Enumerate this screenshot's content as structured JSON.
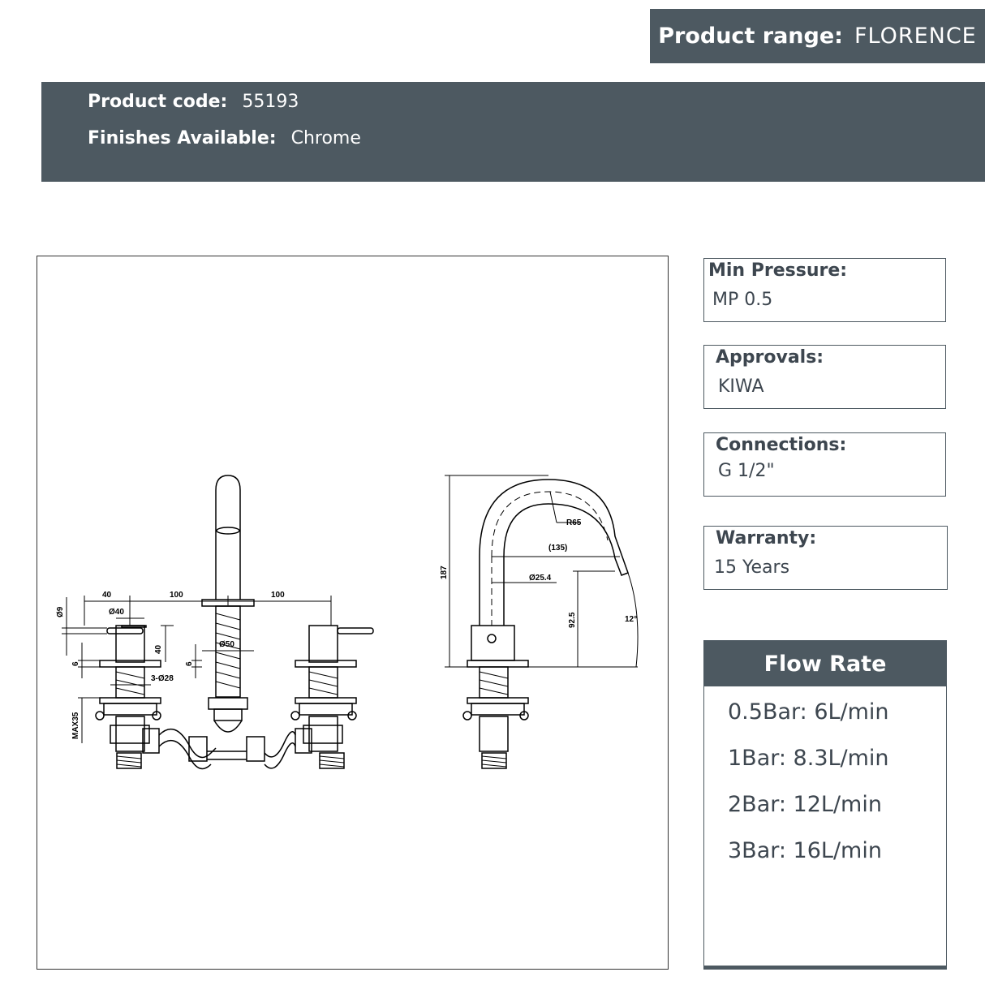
{
  "header": {
    "product_range_label": "Product range:",
    "product_range_value": "FLORENCE",
    "product_code_label": "Product code:",
    "product_code_value": "55193",
    "finishes_label": "Finishes Available:",
    "finishes_value": "Chrome"
  },
  "specs": {
    "min_pressure": {
      "title": "Min Pressure:",
      "value": "MP 0.5"
    },
    "approvals": {
      "title": "Approvals:",
      "value": "KIWA"
    },
    "connections": {
      "title": "Connections:",
      "value": "G 1/2\""
    },
    "warranty": {
      "title": "Warranty:",
      "value": "15 Years"
    }
  },
  "flow_rate": {
    "title": "Flow Rate",
    "rows": [
      "0.5Bar: 6L/min",
      "1Bar: 8.3L/min",
      "2Bar: 12L/min",
      "3Bar: 16L/min"
    ]
  },
  "drawing": {
    "dims": {
      "d40a": "40",
      "d100a": "100",
      "d100b": "100",
      "dia40": "Ø40",
      "dia9": "Ø9",
      "h40": "40",
      "h6a": "6",
      "h6b": "6",
      "dia50": "Ø50",
      "dia28": "3-Ø28",
      "max35": "MAX35",
      "r65": "R65",
      "d135": "(135)",
      "dia254": "Ø25.4",
      "h187": "187",
      "h925": "92.5",
      "ang12": "12°"
    }
  }
}
